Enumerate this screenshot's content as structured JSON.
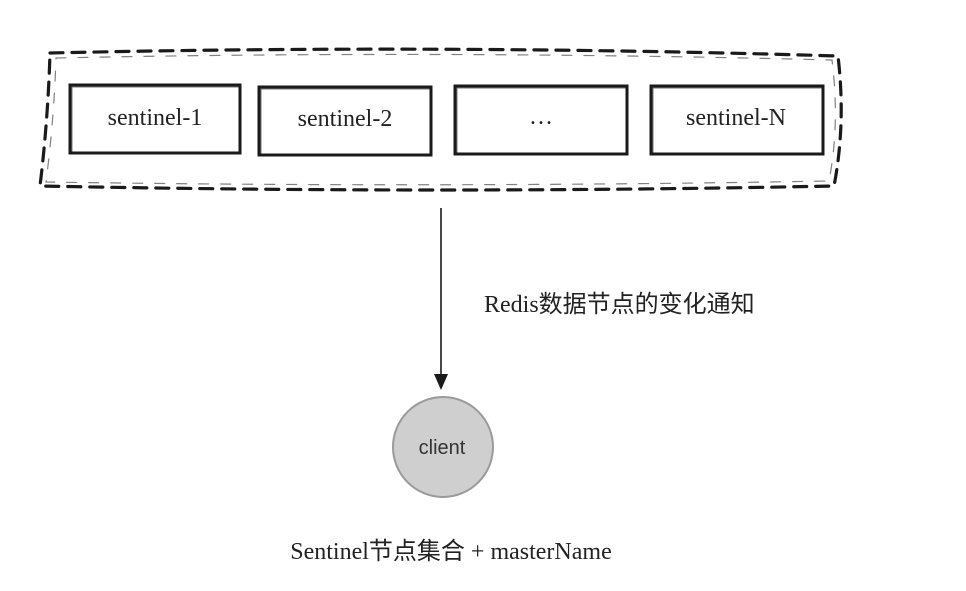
{
  "group": {
    "nodes": [
      {
        "label": "sentinel-1"
      },
      {
        "label": "sentinel-2"
      },
      {
        "label": "…"
      },
      {
        "label": "sentinel-N"
      }
    ]
  },
  "arrow": {
    "label": "Redis数据节点的变化通知"
  },
  "client": {
    "label": "client"
  },
  "caption": "Sentinel节点集合 + masterName",
  "colors": {
    "stroke": "#1a1a1a",
    "client_fill": "#cfcfcf",
    "client_stroke": "#9a9a9a"
  }
}
